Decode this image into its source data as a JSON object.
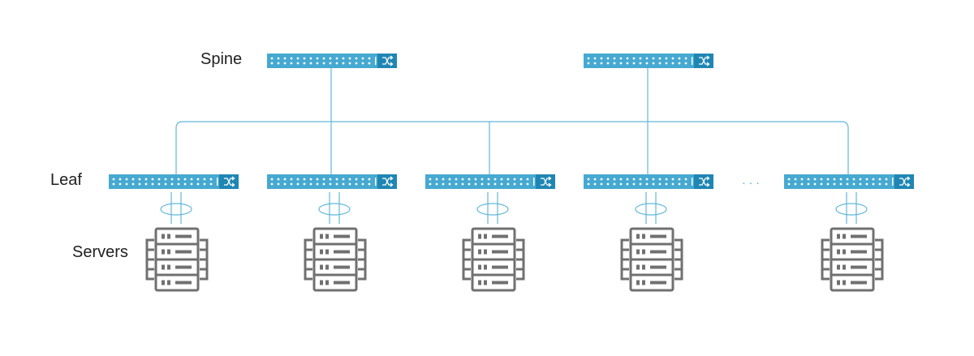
{
  "labels": {
    "spine": "Spine",
    "leaf": "Leaf",
    "servers": "Servers"
  },
  "continuation": "· · ·",
  "colors": {
    "switch_body": "#46a9d1",
    "switch_port": "#ffffff",
    "switch_panel": "#1f86b4",
    "link": "#62b8d8",
    "server": "#707070",
    "text": "#1f1f1f",
    "ellipsis": "#46a9d1"
  },
  "icons": {
    "switch": "network-switch-icon",
    "switch_symbol": "shuffle-arrows-icon",
    "server": "server-rack-icon",
    "bond": "link-aggregation-icon"
  },
  "topology": {
    "spine_count": 2,
    "leaf_count": 5,
    "servers_per_leaf": 1
  }
}
